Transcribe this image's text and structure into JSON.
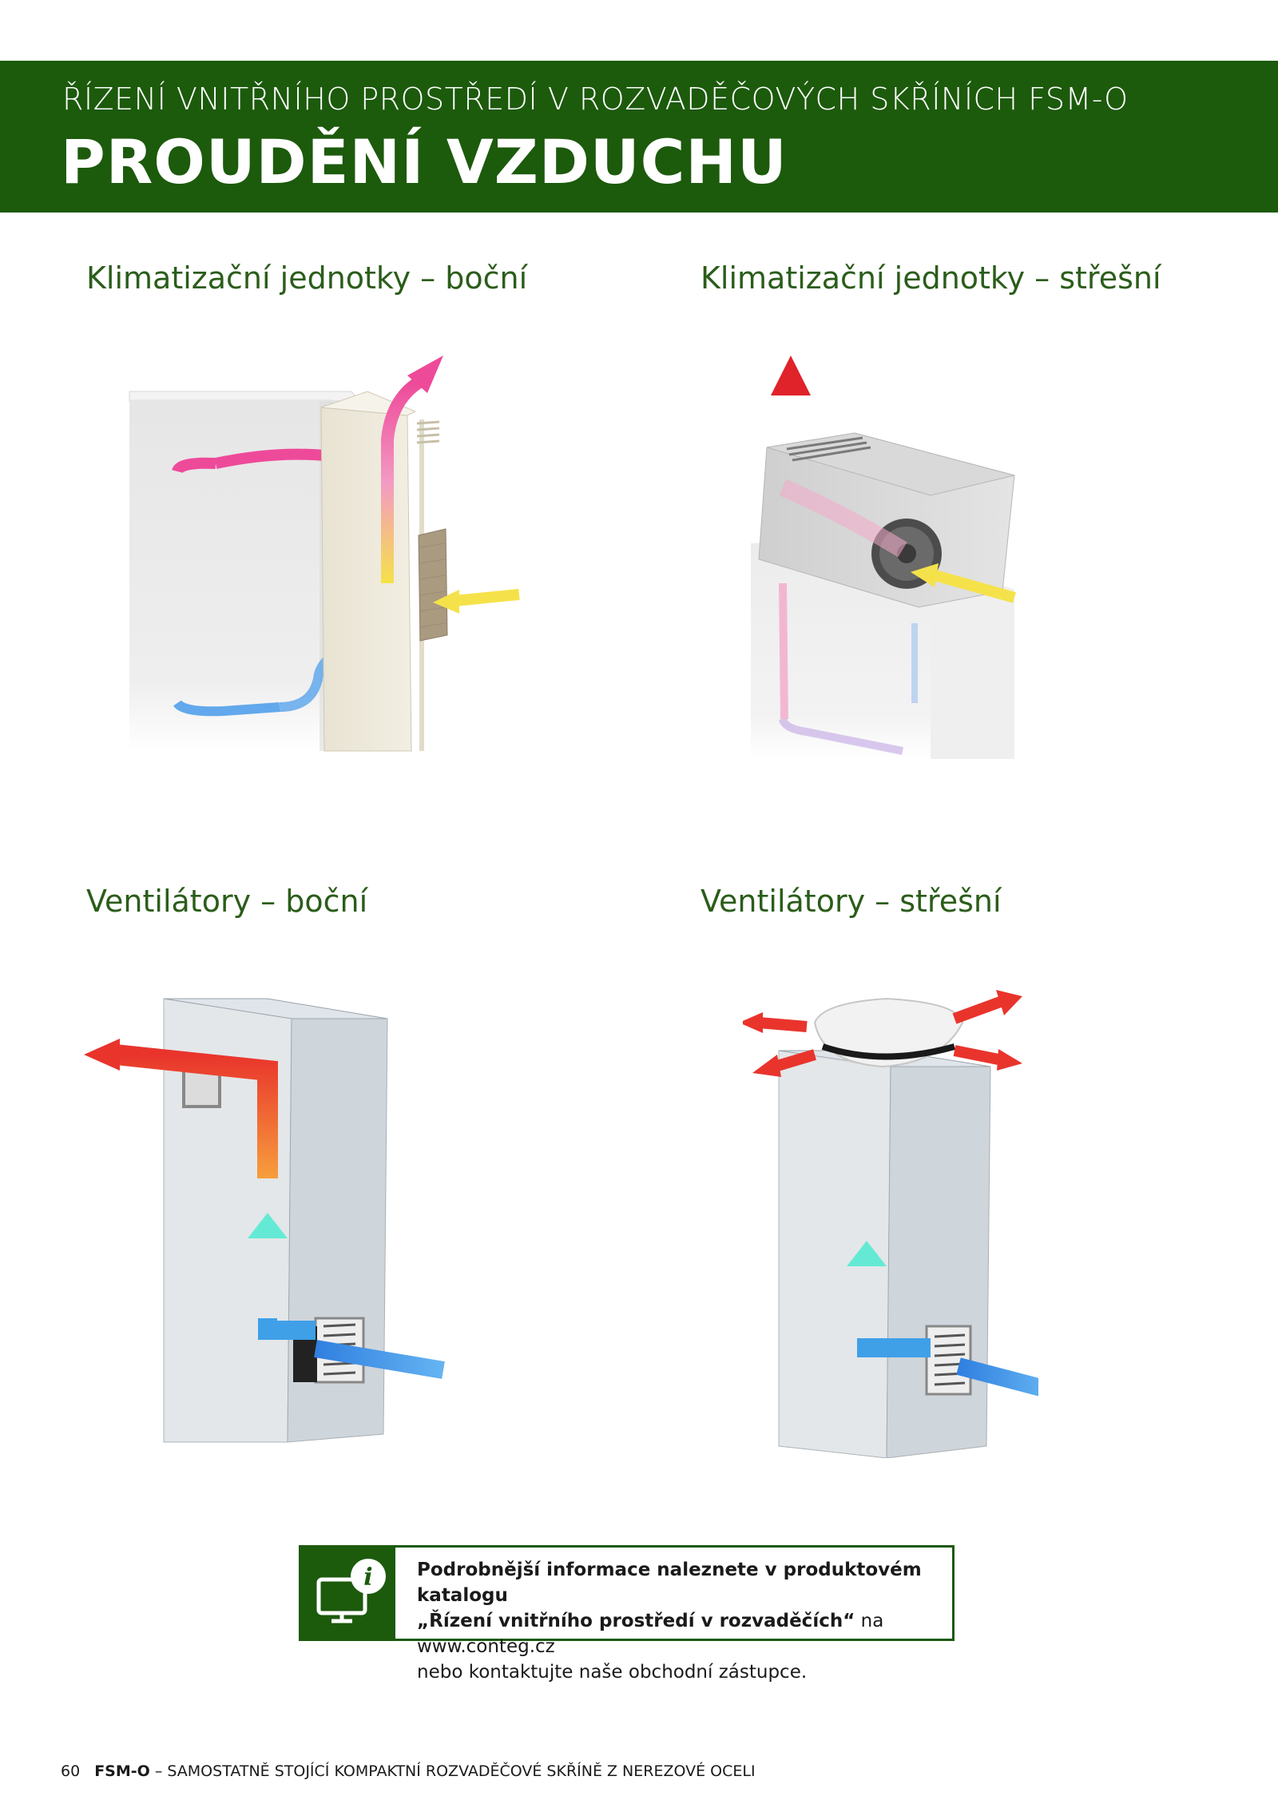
{
  "header": {
    "kicker": "ŘÍZENÍ VNITŘNÍHO PROSTŘEDÍ V ROZVADĚČOVÝCH SKŘÍNÍCH FSM-O",
    "title": "PROUDĚNÍ VZDUCHU"
  },
  "sections": [
    {
      "title": "Klimatizační jednotky – boční"
    },
    {
      "title": "Klimatizační jednotky – střešní"
    },
    {
      "title": "Ventilátory – boční"
    },
    {
      "title": "Ventilátory – střešní"
    }
  ],
  "info": {
    "line1": "Podrobnější informace naleznete v produktovém katalogu",
    "line2_bold": "„Řízení vnitřního prostředí v rozvaděčích“",
    "line2_rest": " na www.conteg.cz",
    "line3": "nebo kontaktujte naše obchodní zástupce.",
    "icon": "monitor-info-icon"
  },
  "footer": {
    "page_number": "60",
    "brand": "FSM-O",
    "text": " – SAMOSTATNĚ STOJÍCÍ KOMPAKTNÍ ROZVADĚČOVÉ SKŘÍNĚ Z NEREZOVÉ OCELI"
  },
  "colors": {
    "brand_green": "#1c5a0c",
    "heading_green": "#2b5d1a"
  }
}
